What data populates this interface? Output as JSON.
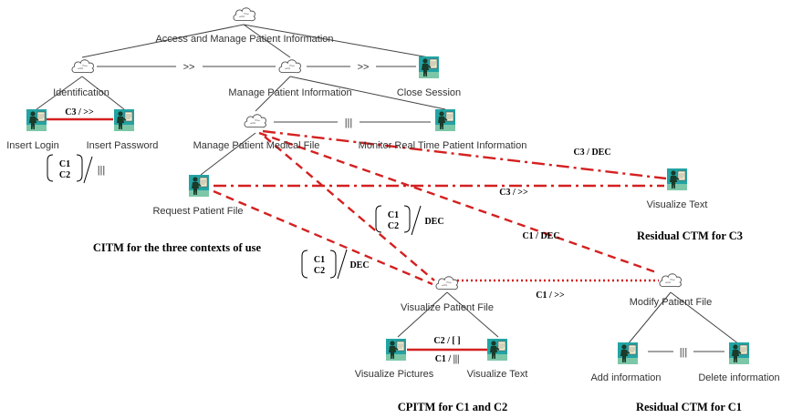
{
  "colors": {
    "red": "#d42020",
    "black": "#333333",
    "icon_bg": "#23a3a3",
    "person": "#1a3a2a"
  },
  "nodes": {
    "root": "Access and Manage Patient Information",
    "identification": "Identification",
    "manage_info": "Manage Patient Information",
    "close_session": "Close Session",
    "insert_login": "Insert Login",
    "insert_password": "Insert Password",
    "manage_file": "Manage Patient Medical File",
    "monitor": "Monitor Real Time Patient Information",
    "request_file": "Request Patient File",
    "visualize_text_c3": "Visualize Text",
    "visualize_file": "Visualize Patient File",
    "modify_file": "Modify Patient File",
    "visualize_pictures": "Visualize Pictures",
    "visualize_text": "Visualize Text",
    "add_info": "Add information",
    "delete_info": "Delete information"
  },
  "operators": {
    "enabling1": ">>",
    "enabling2": ">>",
    "interleave1": "|||",
    "interleave2": "|||",
    "login_rel": "C3 / >>",
    "monitor_rel": "C3 / DEC",
    "text_rel": "C3 / >>",
    "manage_rel": "C1 / DEC",
    "modify_rel": "C1 / >>",
    "pictures_rel_top": "C2 / [ ]",
    "pictures_rel_bottom": "C1 / |||",
    "identification_group": {
      "c1": "C1",
      "c2": "C2",
      "op": "|||"
    },
    "mid_group": {
      "c1": "C1",
      "c2": "C2",
      "op": "DEC"
    },
    "left_group": {
      "c1": "C1",
      "c2": "C2",
      "op": "DEC"
    }
  },
  "captions": {
    "citm": "CITM for the three contexts of use",
    "residual_c3": "Residual CTM for C3",
    "cpitm": "CPITM for C1 and C2",
    "residual_c1": "Residual CTM for C1"
  }
}
